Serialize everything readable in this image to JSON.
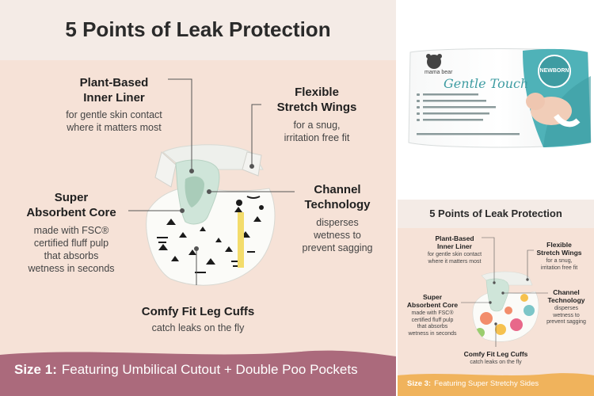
{
  "main": {
    "title": "5 Points of Leak Protection",
    "callouts": {
      "inner_liner": {
        "title_1": "Plant-Based",
        "title_2": "Inner Liner",
        "desc_1": "for gentle skin contact",
        "desc_2": "where it matters most"
      },
      "stretch_wings": {
        "title_1": "Flexible",
        "title_2": "Stretch Wings",
        "desc_1": "for a snug,",
        "desc_2": "irritation free fit"
      },
      "absorbent_core": {
        "title_1": "Super",
        "title_2": "Absorbent Core",
        "desc_1": "made with FSC®",
        "desc_2": "certified fluff pulp",
        "desc_3": "that absorbs",
        "desc_4": "wetness in seconds"
      },
      "channel_tech": {
        "title_1": "Channel",
        "title_2": "Technology",
        "desc_1": "disperses",
        "desc_2": "wetness to",
        "desc_3": "prevent sagging"
      },
      "leg_cuffs": {
        "title": "Comfy Fit Leg Cuffs",
        "desc": "catch leaks on the fly"
      }
    },
    "bottom": {
      "size": "Size 1:",
      "feature": "Featuring Umbilical Cutout + Double Poo Pockets"
    }
  },
  "package": {
    "brand": "mama bear",
    "product": "Gentle Touch",
    "badge": "NEWBORN"
  },
  "thumb": {
    "title": "5 Points of Leak Protection",
    "callouts": {
      "inner_liner": {
        "title_1": "Plant-Based",
        "title_2": "Inner Liner",
        "desc_1": "for gentle skin contact",
        "desc_2": "where it matters most"
      },
      "stretch_wings": {
        "title_1": "Flexible",
        "title_2": "Stretch Wings",
        "desc_1": "for a snug,",
        "desc_2": "irritation free fit"
      },
      "absorbent_core": {
        "title_1": "Super",
        "title_2": "Absorbent Core",
        "desc_1": "made with FSC®",
        "desc_2": "certified fluff pulp",
        "desc_3": "that absorbs",
        "desc_4": "wetness in seconds"
      },
      "channel_tech": {
        "title_1": "Channel",
        "title_2": "Technology",
        "desc_1": "disperses",
        "desc_2": "wetness to",
        "desc_3": "prevent sagging"
      },
      "leg_cuffs": {
        "title": "Comfy Fit Leg Cuffs",
        "desc": "catch leaks on the fly"
      }
    },
    "bottom": {
      "size": "Size 3:",
      "feature": "Featuring Super Stretchy Sides"
    }
  },
  "colors": {
    "panel_bg": "#f6e2d7",
    "band_top": "#f4ebe6",
    "bottom_band_main": "#ab6a7c",
    "bottom_band_thumb": "#f0b35c",
    "package_teal": "#4fb2b8"
  }
}
